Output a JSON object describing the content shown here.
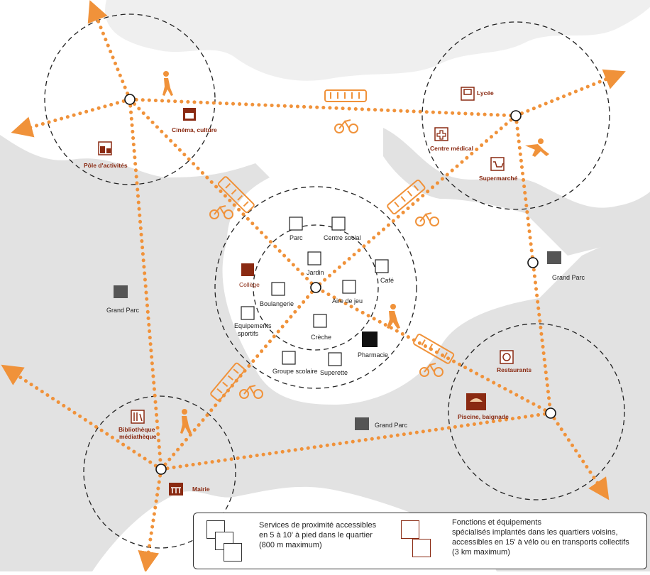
{
  "colors": {
    "route": "#f0923a",
    "specialised": "#8a2a12",
    "park": "#e2e2e2",
    "circle": "#222222"
  },
  "districts": {
    "top_left": [
      {
        "label": "Cinéma, culture",
        "icon": "clapperboard-icon"
      },
      {
        "label": "Pôle d'activités",
        "icon": "factory-icon"
      }
    ],
    "top_right": [
      {
        "label": "Lycée",
        "icon": "teacher-board-icon"
      },
      {
        "label": "Centre médical",
        "icon": "medical-cross-icon"
      },
      {
        "label": "Supermarché",
        "icon": "shopping-cart-icon"
      }
    ],
    "bottom_left": [
      {
        "label": "Bibliothèque médiathèque",
        "icon": "books-icon"
      },
      {
        "label": "Mairie",
        "icon": "town-hall-icon"
      }
    ],
    "bottom_right": [
      {
        "label": "Restaurants",
        "icon": "plate-icon"
      },
      {
        "label": "Piscine, baignade",
        "icon": "beach-umbrella-icon"
      }
    ]
  },
  "neighbourhood": [
    {
      "label": "Parc",
      "icon": "tree-icon"
    },
    {
      "label": "Centre social",
      "icon": "hand-icon"
    },
    {
      "label": "Collège",
      "icon": "college-icon"
    },
    {
      "label": "Jardin",
      "icon": "gardener-icon"
    },
    {
      "label": "Café",
      "icon": "coffee-cup-icon"
    },
    {
      "label": "Boulangerie",
      "icon": "bread-icon"
    },
    {
      "label": "Aire de jeu",
      "icon": "seesaw-icon"
    },
    {
      "label": "Equipements sportifs",
      "icon": "gym-icon"
    },
    {
      "label": "Crèche",
      "icon": "baby-bottle-icon"
    },
    {
      "label": "Pharmacie",
      "icon": "mortar-icon"
    },
    {
      "label": "Groupe scolaire",
      "icon": "pupil-desk-icon"
    },
    {
      "label": "Superette",
      "icon": "basket-icon"
    }
  ],
  "parks": [
    "Grand Parc",
    "Grand Parc",
    "Grand Parc"
  ],
  "legend": {
    "proximity_text": "Services de proximité accessibles en 5 à 10' à pied dans le quartier (800 m maximum)",
    "proximity_lines": [
      "Services de proximité accessibles",
      "en 5 à 10' à pied dans le quartier",
      "(800 m maximum)"
    ],
    "specialised_lines": [
      "Fonctions et équipements",
      "spécialisés implantés dans les quartiers voisins,",
      "accessibles en 15' à vélo ou en transports collectifs",
      "(3 km maximum)"
    ]
  }
}
